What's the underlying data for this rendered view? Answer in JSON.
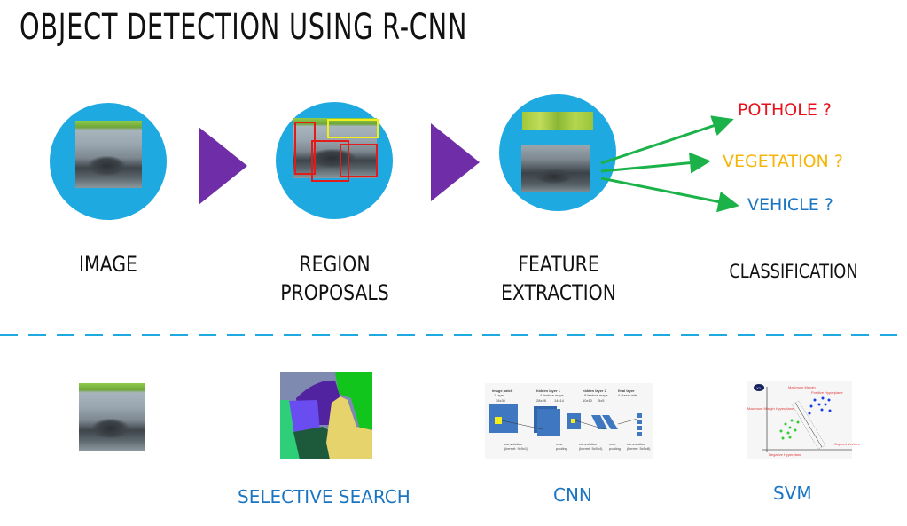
{
  "title": "OBJECT DETECTION USING R-CNN",
  "pipeline": {
    "steps": [
      {
        "label_line1": "IMAGE",
        "label_line2": ""
      },
      {
        "label_line1": "REGION",
        "label_line2": "PROPOSALS"
      },
      {
        "label_line1": "FEATURE",
        "label_line2": "EXTRACTION"
      },
      {
        "label_line1": "CLASSIFICATION",
        "label_line2": ""
      }
    ],
    "classes": [
      {
        "label": "POTHOLE ?",
        "color": "#e8111b"
      },
      {
        "label": "VEGETATION ?",
        "color": "#f5b50a"
      },
      {
        "label": "VEHICLE ?",
        "color": "#1a76c2"
      }
    ],
    "circle_color": "#1fa9e1",
    "arrow_color": "#6f2da8",
    "class_arrow_color": "#1bb24a"
  },
  "methods": [
    {
      "label": ""
    },
    {
      "label": "SELECTIVE SEARCH"
    },
    {
      "label": "CNN"
    },
    {
      "label": "SVM"
    }
  ],
  "cnn_diagram": {
    "layers": [
      {
        "name": "image patch",
        "sub": "1 layer",
        "size": "36x36"
      },
      {
        "name": "hidden layer 1",
        "sub": "4 feature maps",
        "size": "28x28",
        "size2": "14x14"
      },
      {
        "name": "hidden layer 2",
        "sub": "8 feature maps",
        "size": "10x10",
        "size2": "5x5"
      },
      {
        "name": "final layer",
        "sub": "4 class units",
        "size": ""
      }
    ],
    "ops": [
      {
        "line1": "convolution",
        "line2": "(kernel: 9x9x1)"
      },
      {
        "line1": "max",
        "line2": "pooling"
      },
      {
        "line1": "convolution",
        "line2": "(kernel: 5x5x4)"
      },
      {
        "line1": "max",
        "line2": "pooling"
      },
      {
        "line1": "convolution",
        "line2": "(kernel: 5x5x8)"
      }
    ]
  },
  "svm_diagram": {
    "axis_badge": "X2",
    "labels": {
      "maximum_margin": "Maximum Margin",
      "positive_hyperplane": "Positive Hyperplane",
      "max_margin_hyperplane": "Maximum Margin Hyperplane",
      "negative_hyperplane": "Negative Hyperplane",
      "support_vectors": "Support Vectors"
    }
  },
  "divider_color": "#1fa9e1"
}
